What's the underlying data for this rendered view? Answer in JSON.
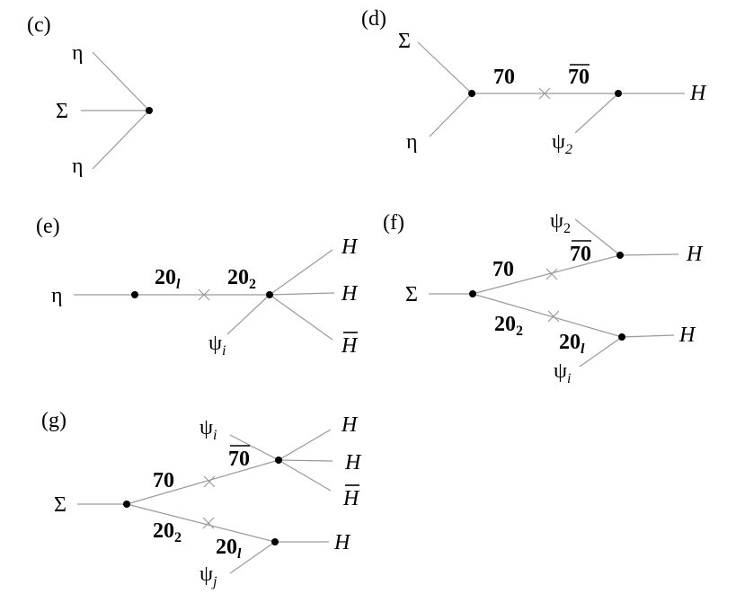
{
  "diagrams": {
    "c": {
      "panel": "(c)",
      "eta_top": "η",
      "sigma": "Σ",
      "eta_bottom": "η"
    },
    "d": {
      "panel": "(d)",
      "sigma": "Σ",
      "eta": "η",
      "prop_70": "70",
      "prop_70bar": "70",
      "H": "H",
      "psi": "ψ",
      "psi_sub": "2"
    },
    "e": {
      "panel": "(e)",
      "eta": "η",
      "prop_20_l_base": "20",
      "prop_20_l_sub": "l",
      "prop_20_2_base": "20",
      "prop_20_2_sub": "2",
      "H_top": "H",
      "H_mid": "H",
      "Hbar": "H",
      "psi": "ψ",
      "psi_sub": "i"
    },
    "f": {
      "panel": "(f)",
      "sigma": "Σ",
      "psi_top": "ψ",
      "psi_top_sub": "2",
      "prop_70": "70",
      "prop_70bar": "70",
      "H_top": "H",
      "prop_20_2_base": "20",
      "prop_20_2_sub": "2",
      "prop_20_l_base": "20",
      "prop_20_l_sub": "l",
      "H_bottom": "H",
      "psi_bottom": "ψ",
      "psi_bottom_sub": "i"
    },
    "g": {
      "panel": "(g)",
      "sigma": "Σ",
      "psi_i": "ψ",
      "psi_i_sub": "i",
      "H_1": "H",
      "prop_70": "70",
      "prop_70bar": "70",
      "H_2": "H",
      "Hbar": "H",
      "prop_20_2_base": "20",
      "prop_20_2_sub": "2",
      "prop_20_l_base": "20",
      "prop_20_l_sub": "l",
      "H_bottom": "H",
      "psi_j": "ψ",
      "psi_j_sub": "j"
    }
  }
}
